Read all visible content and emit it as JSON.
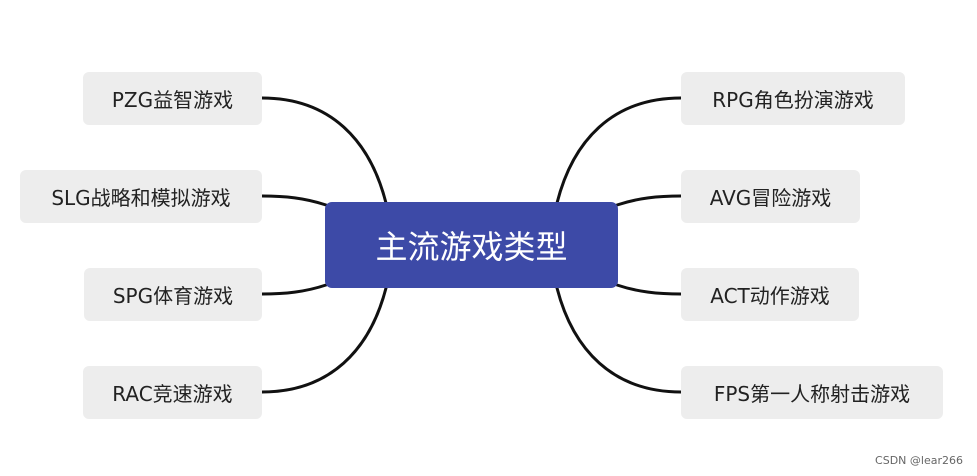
{
  "center": {
    "label": "主流游戏类型",
    "color": "#3d4aa7"
  },
  "left_branches": [
    {
      "label": "PZG益智游戏"
    },
    {
      "label": "SLG战略和模拟游戏"
    },
    {
      "label": "SPG体育游戏"
    },
    {
      "label": "RAC竞速游戏"
    }
  ],
  "right_branches": [
    {
      "label": "RPG角色扮演游戏"
    },
    {
      "label": "AVG冒险游戏"
    },
    {
      "label": "ACT动作游戏"
    },
    {
      "label": "FPS第一人称射击游戏"
    }
  ],
  "watermark": "CSDN @lear266"
}
